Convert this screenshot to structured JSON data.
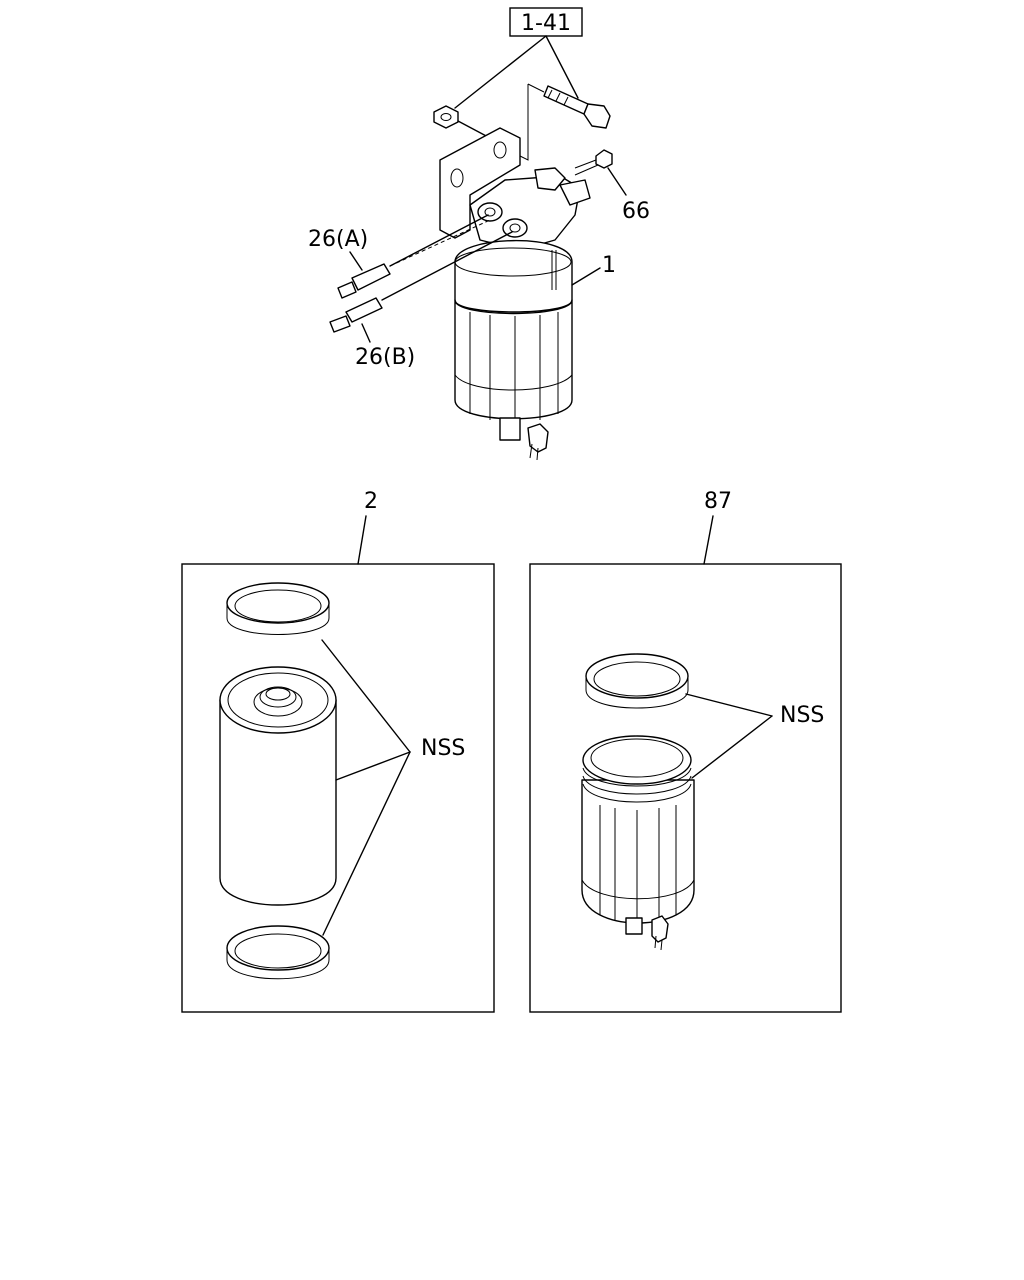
{
  "callouts": {
    "ref_box": "1-41",
    "part_66": "66",
    "part_1": "1",
    "part_26a": "26(A)",
    "part_26b": "26(B)",
    "part_2": "2",
    "part_87": "87",
    "nss_left": "NSS",
    "nss_right": "NSS"
  }
}
